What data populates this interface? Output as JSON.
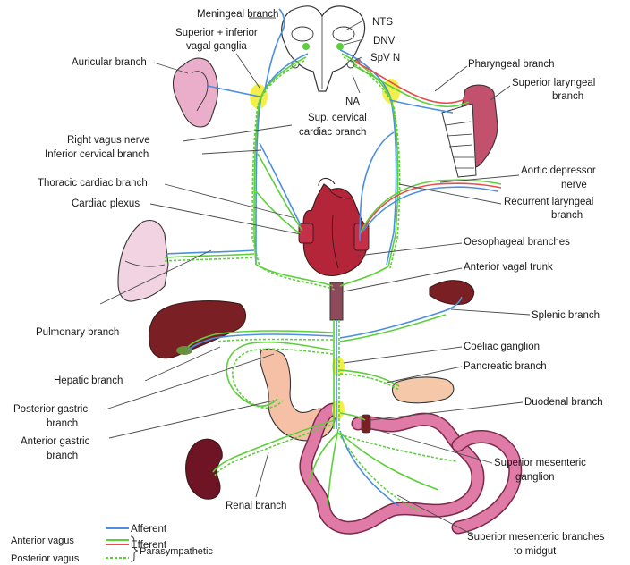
{
  "labels": {
    "meningeal": "Meningeal branch",
    "ganglia_1": "Superior + inferior",
    "ganglia_2": "vagal ganglia",
    "nts": "NTS",
    "dnv": "DNV",
    "spvn": "SpV N",
    "na": "NA",
    "auricular": "Auricular branch",
    "pharyngeal": "Pharyngeal branch",
    "sup_laryngeal_1": "Superior laryngeal",
    "sup_laryngeal_2": "branch",
    "sup_cervical_1": "Sup. cervical",
    "sup_cervical_2": "cardiac branch",
    "right_vagus": "Right vagus nerve",
    "inferior_cervical": "Inferior cervical branch",
    "aortic_depressor_1": "Aortic depressor",
    "aortic_depressor_2": "nerve",
    "thoracic_cardiac": "Thoracic cardiac branch",
    "recurrent_laryngeal_1": "Recurrent laryngeal",
    "recurrent_laryngeal_2": "branch",
    "cardiac_plexus": "Cardiac plexus",
    "oesophageal": "Oesophageal branches",
    "anterior_trunk": "Anterior vagal trunk",
    "pulmonary": "Pulmonary branch",
    "splenic": "Splenic branch",
    "coeliac": "Coeliac ganglion",
    "hepatic": "Hepatic branch",
    "pancreatic": "Pancreatic branch",
    "post_gastric_1": "Posterior gastric",
    "post_gastric_2": "branch",
    "ant_gastric_1": "Anterior gastric",
    "ant_gastric_2": "branch",
    "duodenal": "Duodenal branch",
    "sup_mes_ganglion_1": "Superior mesenteric",
    "sup_mes_ganglion_2": "ganglion",
    "renal": "Renal branch",
    "sup_mes_branches_1": "Superior mesenteric branches",
    "sup_mes_branches_2": "to midgut"
  },
  "legend": {
    "afferent": "Afferent",
    "efferent": "Efferent",
    "anterior_vagus": "Anterior vagus",
    "posterior_vagus": "Posterior vagus",
    "parasympathetic": "Parasympathetic"
  },
  "colors": {
    "afferent": "#4a8fe0",
    "efferent": "#e84b4b",
    "parasympathetic": "#5ccf3a",
    "ganglion": "#f2ee4a",
    "heart": "#b5253a",
    "liver": "#7a1f24",
    "spleen": "#7a1f24",
    "kidney": "#6e1424",
    "stomach": "#f6c0a6",
    "pancreas": "#f4c8a8",
    "intestine": "#e07aa6",
    "lung": "#f1d3e1",
    "ear": "#eaaecb"
  }
}
